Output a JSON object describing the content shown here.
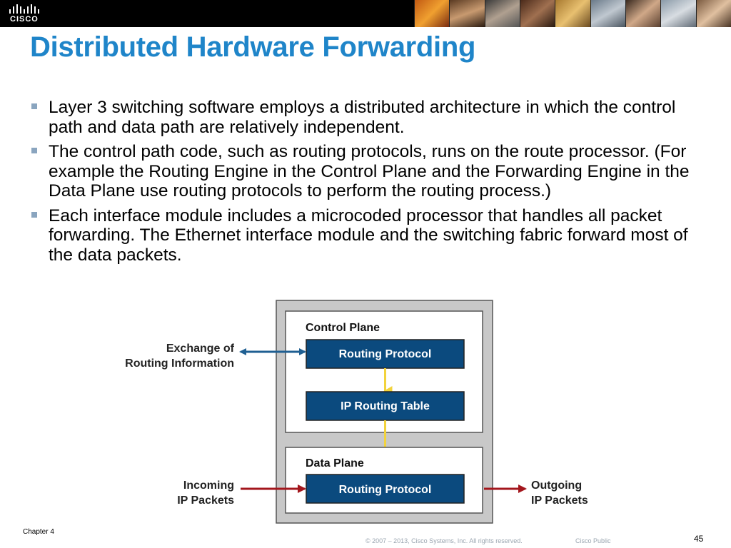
{
  "brand": {
    "logo_text": "CISCO"
  },
  "slide": {
    "title": "Distributed Hardware Forwarding",
    "bullets": [
      "Layer 3 switching software employs a distributed architecture in which the control path and data path are relatively independent.",
      "The control path code, such as routing protocols, runs on the route processor.  (For example the Routing Engine in the Control Plane and the Forwarding Engine in the Data Plane use routing protocols to perform the routing process.)",
      "Each interface module includes a microcoded processor that handles all packet forwarding. The Ethernet interface module and the switching fabric forward most of the data packets."
    ]
  },
  "diagram": {
    "control_plane_label": "Control Plane",
    "data_plane_label": "Data Plane",
    "box_routing_protocol_top": "Routing Protocol",
    "box_ip_routing_table": "IP Routing Table",
    "box_routing_protocol_bottom": "Routing Protocol",
    "exchange_label_line1": "Exchange of",
    "exchange_label_line2": "Routing Information",
    "incoming_label_line1": "Incoming",
    "incoming_label_line2": "IP Packets",
    "outgoing_label_line1": "Outgoing",
    "outgoing_label_line2": "IP Packets"
  },
  "colors": {
    "title_blue": "#1f85c9",
    "box_blue": "#0b4a7e",
    "exchange_arrow": "#1f5f92",
    "packet_arrow": "#a3161c",
    "flow_arrow": "#f2d33c",
    "frame_gray": "#c8c8c8"
  },
  "footer": {
    "chapter": "Chapter 4",
    "copyright": "© 2007 – 2013, Cisco Systems, Inc. All rights reserved.",
    "classification": "Cisco Public",
    "page_number": "45"
  }
}
